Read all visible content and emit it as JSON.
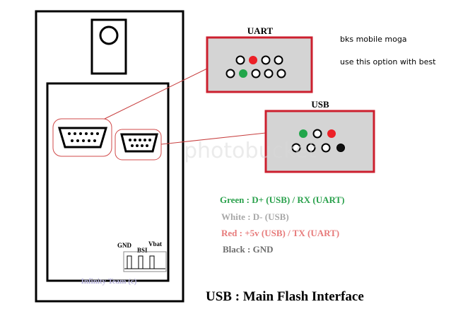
{
  "labels": {
    "uart": "UART",
    "usb": "USB",
    "note_1": "bks mobile moga",
    "note_2": "use this option with best",
    "gnd": "GND",
    "bsi": "BSI",
    "vbat": "Vbat",
    "team": "Infinity Team (c)",
    "title": "USB : Main Flash Interface"
  },
  "legend": {
    "green": "Green : D+ (USB) / RX (UART)",
    "white": "White : D- (USB)",
    "red": "Red : +5v (USB) / TX (UART)",
    "black": "Black : GND"
  },
  "watermark": "photobucket",
  "colors": {
    "green": "#22a64b",
    "red": "#ec2027",
    "white": "#b8b8b8",
    "black": "#111111",
    "box_border": "#cc1f2e",
    "box_fill": "#d4d4d4",
    "legend_green": "#2aa14c",
    "legend_white": "#a8a8a8",
    "legend_red": "#e77a7a",
    "legend_black": "#6e6e6e",
    "team": "#b7b4dc"
  },
  "uart_pins": {
    "top": [
      "white",
      "red",
      "white",
      "white"
    ],
    "bottom": [
      "white",
      "green",
      "white",
      "white",
      "white"
    ]
  },
  "usb_pins": {
    "top": [
      "green",
      "white",
      "red"
    ],
    "bottom": [
      "white",
      "white",
      "white",
      "black"
    ]
  }
}
